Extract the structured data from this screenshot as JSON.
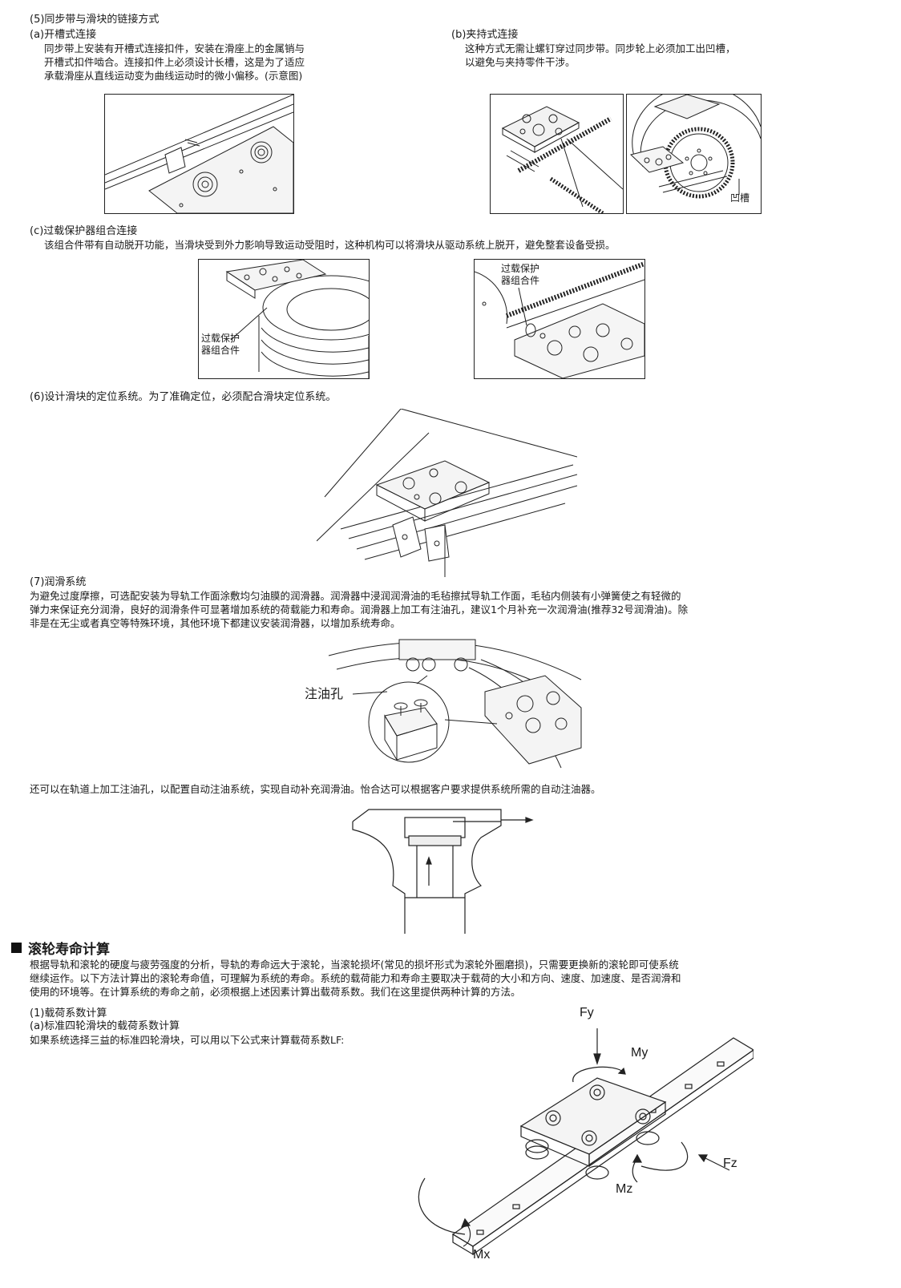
{
  "s5": {
    "title": "(5)同步带与滑块的链接方式",
    "a_title": "(a)开槽式连接",
    "a_lines": [
      "同步带上安装有开槽式连接扣件，安装在滑座上的金属销与",
      "开槽式扣件啮合。连接扣件上必须设计长槽，这是为了适应",
      "承载滑座从直线运动变为曲线运动时的微小偏移。(示意图)"
    ],
    "b_title": "(b)夹持式连接",
    "b_lines": [
      "这种方式无需让螺钉穿过同步带。同步轮上必须加工出凹槽，",
      "以避免与夹持零件干涉。"
    ],
    "b_label": "凹槽",
    "c_title": "(c)过载保护器组合连接",
    "c_line": "该组合件带有自动脱开功能，当滑块受到外力影响导致运动受阻时，这种机构可以将滑块从驱动系统上脱开，避免整套设备受损。",
    "c_label1": [
      "过载保护",
      "器组合件"
    ],
    "c_label2": [
      "过载保护",
      "器组合件"
    ]
  },
  "s6": {
    "line": "(6)设计滑块的定位系统。为了准确定位，必须配合滑块定位系统。"
  },
  "s7": {
    "title": "(7)润滑系统",
    "lines": [
      "为避免过度摩擦，可选配安装为导轨工作面涂敷均匀油膜的润滑器。润滑器中浸润润滑油的毛毡擦拭导轨工作面，毛毡内侧装有小弹簧使之有轻微的",
      "弹力来保证充分润滑，良好的润滑条件可显著增加系统的荷载能力和寿命。润滑器上加工有注油孔，建议1个月补充一次润滑油(推荐32号润滑油)。除",
      "非是在无尘或者真空等特殊环境，其他环境下都建议安装润滑器，以增加系统寿命。"
    ],
    "oil_label": "注油孔",
    "auto_line": "还可以在轨道上加工注油孔，以配置自动注油系统，实现自动补充润滑油。怡合达可以根据客户要求提供系统所需的自动注油器。"
  },
  "life": {
    "heading": "滚轮寿命计算",
    "lines": [
      "根据导轨和滚轮的硬度与疲劳强度的分析，导轨的寿命远大于滚轮，当滚轮损坏(常见的损坏形式为滚轮外圈磨损)，只需要更换新的滚轮即可使系统",
      "继续运作。以下方法计算出的滚轮寿命值，可理解为系统的寿命。系统的载荷能力和寿命主要取决于载荷的大小和方向、速度、加速度、是否润滑和",
      "使用的环境等。在计算系统的寿命之前，必须根据上述因素计算出载荷系数。我们在这里提供两种计算的方法。"
    ],
    "sub1": "(1)载荷系数计算",
    "sub2": "(a)标准四轮滑块的载荷系数计算",
    "sub3": "如果系统选择三益的标准四轮滑块，可以用以下公式来计算载荷系数LF:",
    "axes": {
      "fy": "Fy",
      "my": "My",
      "mz": "Mz",
      "fz": "Fz",
      "mx": "Mx"
    }
  }
}
